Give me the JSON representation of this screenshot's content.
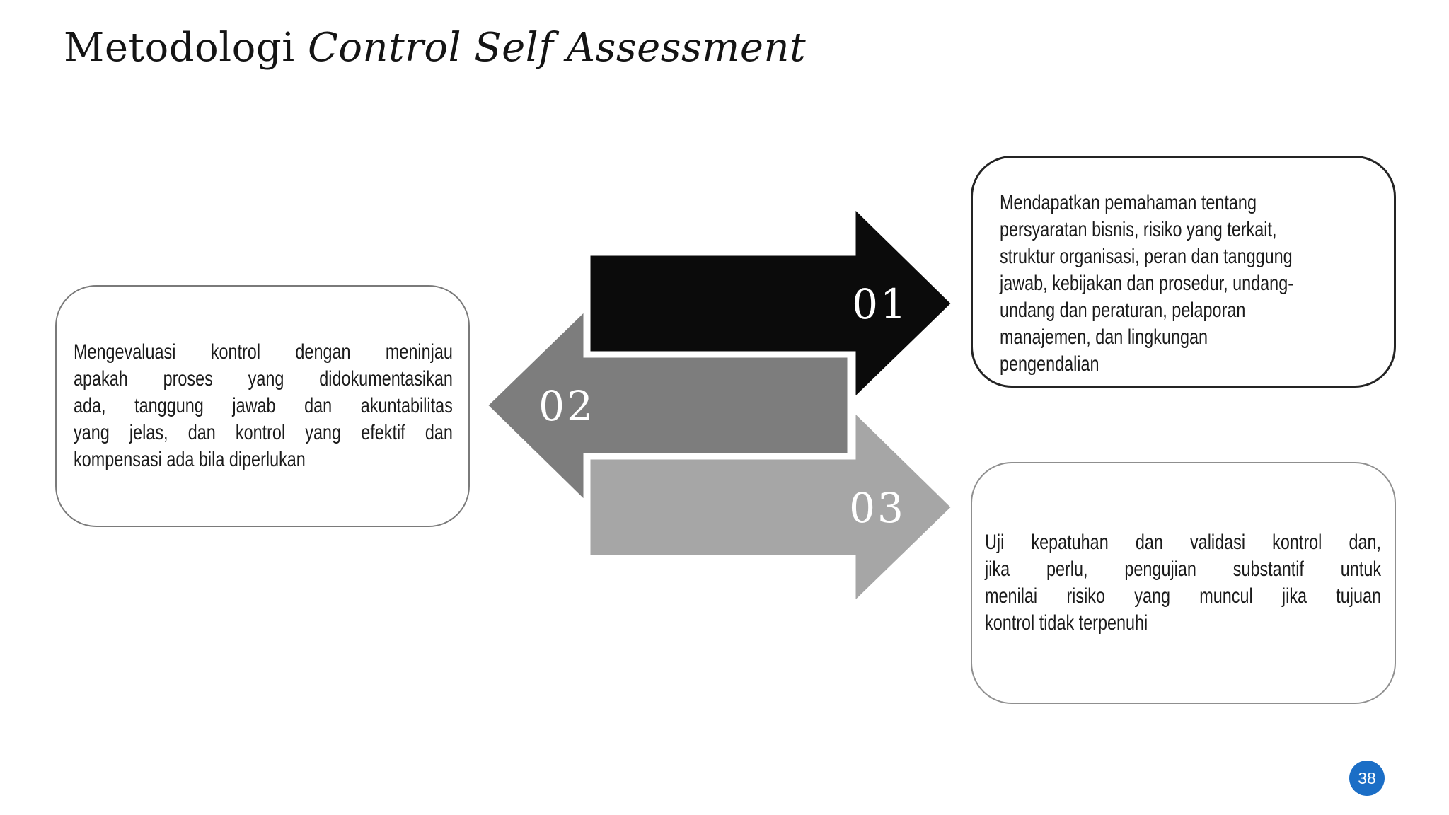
{
  "slide": {
    "title": {
      "regular": "Metodologi ",
      "italic": "Control Self Assessment"
    },
    "page_badge": {
      "number": "38",
      "color": "#1b6ec6"
    },
    "arrow_colors": {
      "step1": "#0b0b0b",
      "step2": "#7d7d7d",
      "step3": "#a6a6a6"
    }
  },
  "steps": [
    {
      "number": "01",
      "lines": [
        "Mendapatkan pemahaman tentang",
        "persyaratan bisnis, risiko yang terkait,",
        "struktur organisasi, peran dan tanggung",
        "jawab, kebijakan dan prosedur, undang-",
        "undang dan peraturan, pelaporan",
        "manajemen, dan lingkungan",
        "pengendalian"
      ]
    },
    {
      "number": "02",
      "lines": [
        "Mengevaluasi kontrol dengan meninjau",
        "apakah proses yang didokumentasikan",
        "ada, tanggung jawab dan akuntabilitas",
        "yang jelas, dan kontrol yang efektif dan",
        "kompensasi ada bila diperlukan"
      ]
    },
    {
      "number": "03",
      "lines": [
        "Uji kepatuhan dan validasi kontrol dan,",
        "jika perlu, pengujian substantif untuk",
        "menilai risiko yang muncul jika tujuan",
        "kontrol tidak terpenuhi"
      ]
    }
  ]
}
